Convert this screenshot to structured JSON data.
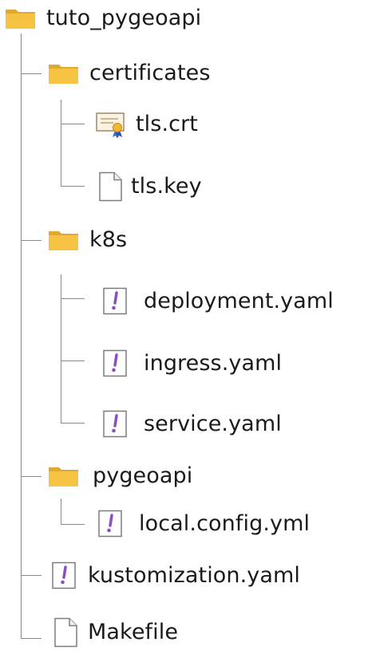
{
  "tree": {
    "root": {
      "label": "tuto_pygeoapi",
      "icon": "folder-icon"
    },
    "certificates": {
      "label": "certificates",
      "icon": "folder-icon",
      "children": [
        {
          "label": "tls.crt",
          "icon": "certificate-icon"
        },
        {
          "label": "tls.key",
          "icon": "file-icon"
        }
      ]
    },
    "k8s": {
      "label": "k8s",
      "icon": "folder-icon",
      "children": [
        {
          "label": "deployment.yaml",
          "icon": "yaml-file-icon"
        },
        {
          "label": "ingress.yaml",
          "icon": "yaml-file-icon"
        },
        {
          "label": "service.yaml",
          "icon": "yaml-file-icon"
        }
      ]
    },
    "pygeoapi": {
      "label": "pygeoapi",
      "icon": "folder-icon",
      "children": [
        {
          "label": "local.config.yml",
          "icon": "yaml-file-icon"
        }
      ]
    },
    "files": [
      {
        "label": "kustomization.yaml",
        "icon": "yaml-file-icon"
      },
      {
        "label": "Makefile",
        "icon": "file-icon"
      }
    ]
  },
  "colors": {
    "folder": "#f5c242",
    "folder_dark": "#e0a82e",
    "line": "#8a8a8a",
    "yaml_mark": "#8a4fc7"
  }
}
